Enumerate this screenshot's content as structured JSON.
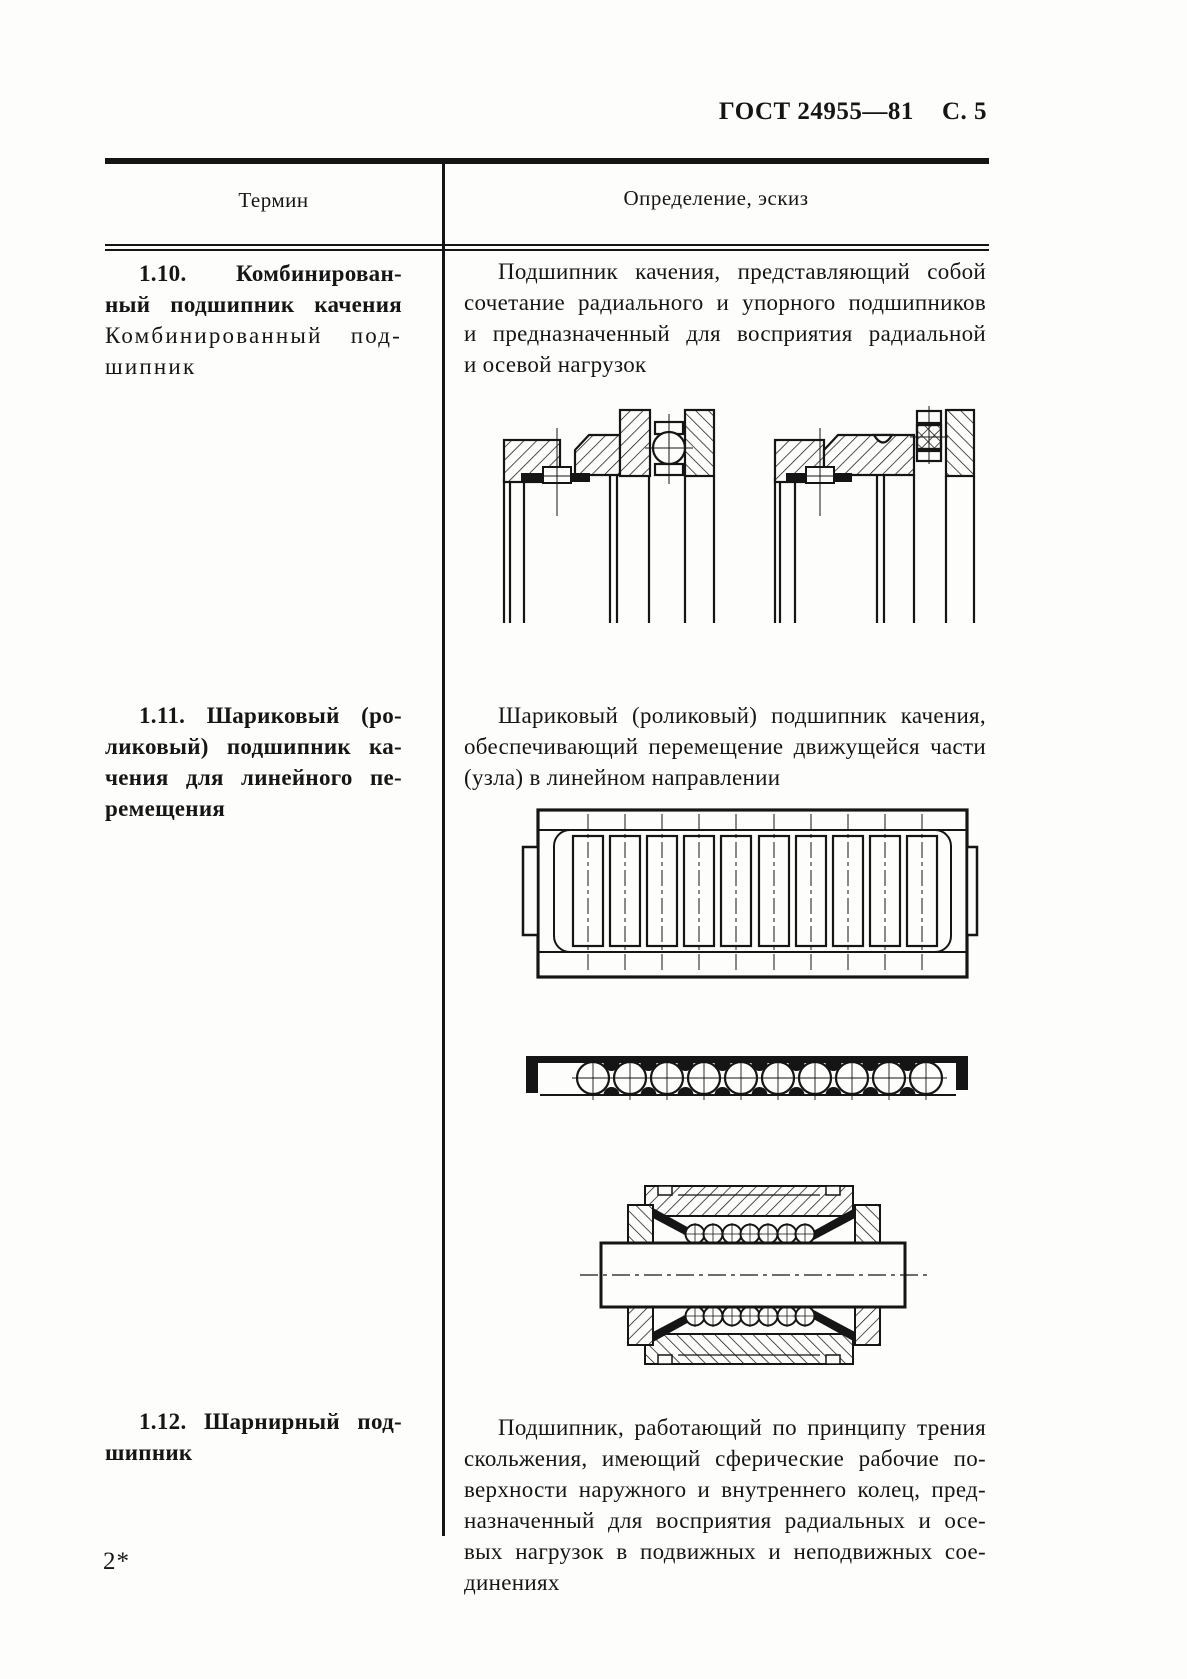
{
  "page_header": {
    "standard": "ГОСТ 24955—81",
    "page": "С. 5"
  },
  "table": {
    "columns": {
      "term": "Термин",
      "definition": "Определение, эскиз"
    },
    "rows": [
      {
        "number": "1.10",
        "term_lines": [
          "1.10. Комбинирован-",
          "ный подшипник качения",
          "Комбинированный под-",
          "шипник"
        ],
        "definition_lines": [
          "Подшипник качения, представляющий собой",
          "сочетание радиального и упорного подшипников",
          "и предназначенный для восприятия радиальной",
          "и осевой нагрузок"
        ],
        "sketch_names": [
          "combined-bearing-ball-section-sketch",
          "combined-bearing-roller-section-sketch"
        ]
      },
      {
        "number": "1.11",
        "term_lines": [
          "1.11. Шариковый (ро-",
          "ликовый) подшипник ка-",
          "чения для линейного пе-",
          "ремещения"
        ],
        "definition_lines": [
          "Шариковый (роликовый) подшипник качения,",
          "обеспечивающий перемещение движущейся части",
          "(узла) в линейном направлении"
        ],
        "sketch_names": [
          "linear-roller-bearing-top-view-sketch",
          "linear-ball-strip-side-view-sketch",
          "linear-ball-bushing-shaft-section-sketch"
        ]
      },
      {
        "number": "1.12",
        "term_lines": [
          "1.12. Шарнирный под-",
          "шипник"
        ],
        "definition_lines": [
          "Подшипник, работающий по принципу трения",
          "скольжения, имеющий сферические рабочие по-",
          "верхности наружного и внутреннего колец, пред-",
          "назначенный для восприятия радиальных и осе-",
          "вых нагрузок в подвижных и неподвижных сое-",
          "динениях"
        ],
        "sketch_names": []
      }
    ]
  },
  "page_footer": {
    "mark": "2*"
  }
}
